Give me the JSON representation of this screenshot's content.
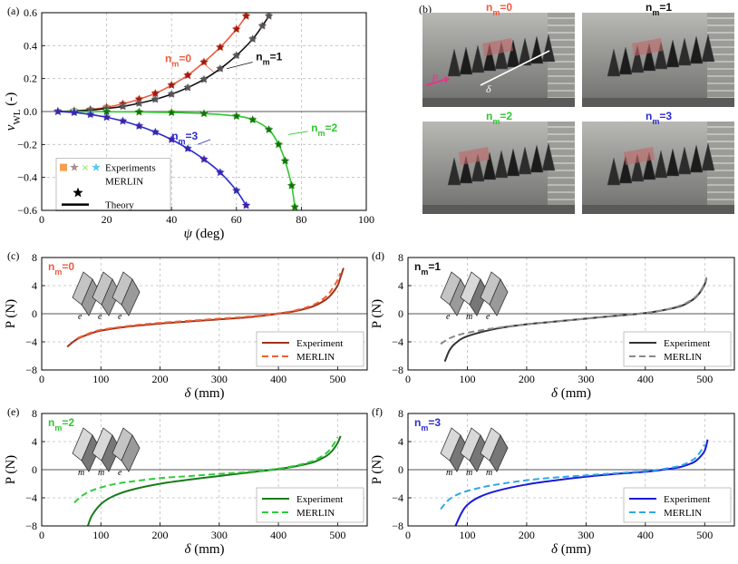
{
  "figure": {
    "panel_labels": [
      "(a)",
      "(b)",
      "(c)",
      "(d)",
      "(e)",
      "(f)"
    ],
    "photos": [
      {
        "title": "n_m=0",
        "color": "#ef5a40",
        "annotations": [
          "P",
          "δ"
        ]
      },
      {
        "title": "n_m=1",
        "color": "#111111",
        "annotations": []
      },
      {
        "title": "n_m=2",
        "color": "#2ec82e",
        "annotations": []
      },
      {
        "title": "n_m=3",
        "color": "#2a2ad0",
        "annotations": []
      }
    ],
    "schematics": [
      {
        "panel": "c",
        "letters": [
          "e",
          "e",
          "e"
        ]
      },
      {
        "panel": "d",
        "letters": [
          "e",
          "m",
          "e"
        ]
      },
      {
        "panel": "e",
        "letters": [
          "m",
          "m",
          "e"
        ]
      },
      {
        "panel": "f",
        "letters": [
          "m",
          "m",
          "m"
        ]
      }
    ]
  },
  "chart_data": [
    {
      "panel": "a",
      "type": "scatter",
      "xlabel": "ψ (deg)",
      "ylabel": "ν_WL (-)",
      "xlim": [
        0,
        100
      ],
      "ylim": [
        -0.6,
        0.6
      ],
      "xticks": [
        "0",
        "20",
        "40",
        "60",
        "80",
        "100"
      ],
      "yticks": [
        "−0.6",
        "−0.4",
        "−0.2",
        "0.0",
        "0.2",
        "0.4",
        "0.6"
      ],
      "grid": true,
      "legend": {
        "location": "bottom-left",
        "entries": [
          "Experiments",
          "MERLIN",
          "Theory"
        ]
      },
      "series": [
        {
          "name": "n_m=0",
          "color": "#ef5a40",
          "marker_color": "#f5a050",
          "star_color": "#a01818",
          "label_pos": [
            38,
            0.3
          ],
          "x": [
            5,
            10,
            15,
            20,
            25,
            30,
            35,
            40,
            45,
            50,
            55,
            60,
            63
          ],
          "y": [
            0.0,
            0.004,
            0.012,
            0.026,
            0.046,
            0.075,
            0.11,
            0.16,
            0.22,
            0.3,
            0.39,
            0.5,
            0.58
          ]
        },
        {
          "name": "n_m=1",
          "color": "#111111",
          "marker_color": "#aa8c96",
          "star_color": "#555555",
          "label_pos": [
            66,
            0.31
          ],
          "x": [
            5,
            10,
            15,
            20,
            25,
            30,
            35,
            40,
            45,
            50,
            55,
            60,
            65,
            68,
            70
          ],
          "y": [
            0.0,
            0.003,
            0.009,
            0.018,
            0.031,
            0.05,
            0.074,
            0.105,
            0.145,
            0.195,
            0.26,
            0.34,
            0.44,
            0.52,
            0.58
          ]
        },
        {
          "name": "n_m=2",
          "color": "#2ec82e",
          "marker_color": "#98e85a",
          "star_color": "#157015",
          "label_pos": [
            83,
            -0.12
          ],
          "x": [
            5,
            10,
            20,
            30,
            40,
            50,
            60,
            65,
            70,
            73,
            75,
            77,
            78
          ],
          "y": [
            0.0,
            0.0,
            -0.001,
            -0.003,
            -0.006,
            -0.012,
            -0.028,
            -0.05,
            -0.11,
            -0.2,
            -0.3,
            -0.45,
            -0.58
          ]
        },
        {
          "name": "n_m=3",
          "color": "#2a2ad0",
          "marker_color": "#5ac8f0",
          "star_color": "#4b1ca6",
          "label_pos": [
            40,
            -0.17
          ],
          "x": [
            5,
            10,
            15,
            20,
            25,
            30,
            35,
            40,
            45,
            50,
            55,
            60,
            63
          ],
          "y": [
            0.0,
            -0.006,
            -0.018,
            -0.035,
            -0.058,
            -0.088,
            -0.125,
            -0.17,
            -0.225,
            -0.29,
            -0.37,
            -0.48,
            -0.57
          ]
        }
      ]
    },
    {
      "panel": "c",
      "type": "line",
      "title": "n_m=0",
      "title_color": "#ef5a40",
      "xlabel": "δ (mm)",
      "ylabel": "P (N)",
      "xlim": [
        0,
        550
      ],
      "ylim": [
        -8,
        8
      ],
      "xticks": [
        "0",
        "100",
        "200",
        "300",
        "400",
        "500"
      ],
      "yticks": [
        "−8",
        "−4",
        "0",
        "4",
        "8"
      ],
      "grid": true,
      "legend": {
        "location": "bottom-right"
      },
      "series": [
        {
          "name": "Experiment",
          "color": "#a0321c",
          "dash": false,
          "x": [
            43,
            60,
            80,
            100,
            150,
            200,
            250,
            300,
            350,
            400,
            430,
            460,
            480,
            490,
            500,
            505,
            510
          ],
          "y": [
            -4.7,
            -3.6,
            -2.9,
            -2.4,
            -1.8,
            -1.4,
            -1.1,
            -0.8,
            -0.5,
            0.0,
            0.4,
            1.1,
            2.0,
            2.8,
            4.0,
            5.2,
            6.5
          ]
        },
        {
          "name": "MERLIN",
          "color": "#f06030",
          "dash": true,
          "x": [
            60,
            80,
            100,
            150,
            200,
            250,
            300,
            350,
            400,
            430,
            460,
            480,
            490,
            500,
            505
          ],
          "y": [
            -3.5,
            -2.8,
            -2.3,
            -1.7,
            -1.3,
            -1.0,
            -0.7,
            -0.4,
            0.05,
            0.5,
            1.3,
            2.4,
            3.4,
            4.8,
            5.8
          ]
        }
      ]
    },
    {
      "panel": "d",
      "type": "line",
      "title": "n_m=1",
      "title_color": "#111111",
      "xlabel": "δ (mm)",
      "ylabel": "P (N)",
      "xlim": [
        0,
        550
      ],
      "ylim": [
        -8,
        8
      ],
      "xticks": [
        "0",
        "100",
        "200",
        "300",
        "400",
        "500"
      ],
      "yticks": [
        "−8",
        "−4",
        "0",
        "4",
        "8"
      ],
      "grid": true,
      "legend": {
        "location": "bottom-right"
      },
      "series": [
        {
          "name": "Experiment",
          "color": "#333333",
          "dash": false,
          "x": [
            62,
            70,
            80,
            100,
            150,
            200,
            250,
            300,
            350,
            400,
            430,
            460,
            480,
            490,
            500,
            503
          ],
          "y": [
            -6.8,
            -5.2,
            -4.2,
            -3.2,
            -2.1,
            -1.5,
            -1.1,
            -0.7,
            -0.3,
            0.1,
            0.5,
            1.1,
            2.0,
            2.8,
            4.2,
            5.0
          ]
        },
        {
          "name": "MERLIN",
          "color": "#8a8a8a",
          "dash": true,
          "x": [
            55,
            70,
            90,
            120,
            150,
            200,
            250,
            300,
            350,
            400,
            430,
            460,
            480,
            490,
            500,
            503
          ],
          "y": [
            -4.3,
            -3.5,
            -2.9,
            -2.4,
            -2.0,
            -1.5,
            -1.1,
            -0.7,
            -0.3,
            0.1,
            0.5,
            1.2,
            2.1,
            2.9,
            4.3,
            5.2
          ]
        }
      ]
    },
    {
      "panel": "e",
      "type": "line",
      "title": "n_m=2",
      "title_color": "#2ec82e",
      "xlabel": "δ (mm)",
      "ylabel": "P (N)",
      "xlim": [
        0,
        550
      ],
      "ylim": [
        -8,
        8
      ],
      "xticks": [
        "0",
        "100",
        "200",
        "300",
        "400",
        "500"
      ],
      "yticks": [
        "−8",
        "−4",
        "0",
        "4",
        "8"
      ],
      "grid": true,
      "legend": {
        "location": "bottom-right"
      },
      "series": [
        {
          "name": "Experiment",
          "color": "#1a7a1a",
          "dash": false,
          "x": [
            78,
            85,
            100,
            120,
            150,
            200,
            250,
            300,
            350,
            400,
            430,
            460,
            480,
            490,
            500,
            505
          ],
          "y": [
            -8.0,
            -6.5,
            -4.9,
            -3.8,
            -2.9,
            -2.0,
            -1.4,
            -0.9,
            -0.4,
            0.1,
            0.5,
            1.1,
            1.9,
            2.6,
            3.8,
            4.8
          ]
        },
        {
          "name": "MERLIN",
          "color": "#2ecc3a",
          "dash": true,
          "x": [
            55,
            70,
            90,
            120,
            150,
            200,
            250,
            300,
            350,
            400,
            430,
            460,
            480,
            490,
            500
          ],
          "y": [
            -4.7,
            -3.6,
            -2.8,
            -2.1,
            -1.7,
            -1.2,
            -0.9,
            -0.6,
            -0.3,
            0.15,
            0.6,
            1.3,
            2.3,
            3.2,
            4.6
          ]
        }
      ]
    },
    {
      "panel": "f",
      "type": "line",
      "title": "n_m=3",
      "title_color": "#2a2ad0",
      "xlabel": "δ (mm)",
      "ylabel": "P (N)",
      "xlim": [
        0,
        550
      ],
      "ylim": [
        -8,
        8
      ],
      "xticks": [
        "0",
        "100",
        "200",
        "300",
        "400",
        "500"
      ],
      "yticks": [
        "−8",
        "−4",
        "0",
        "4",
        "8"
      ],
      "grid": true,
      "legend": {
        "location": "bottom-right"
      },
      "series": [
        {
          "name": "Experiment",
          "color": "#1a1adc",
          "dash": false,
          "x": [
            80,
            90,
            100,
            120,
            150,
            200,
            250,
            300,
            350,
            400,
            430,
            460,
            480,
            490,
            500,
            505
          ],
          "y": [
            -8.0,
            -6.2,
            -5.0,
            -3.9,
            -3.0,
            -2.1,
            -1.5,
            -1.0,
            -0.6,
            -0.3,
            0.0,
            0.4,
            1.0,
            1.6,
            2.7,
            4.3
          ]
        },
        {
          "name": "MERLIN",
          "color": "#2ea8e8",
          "dash": true,
          "x": [
            55,
            70,
            90,
            120,
            150,
            200,
            250,
            300,
            350,
            400,
            430,
            460,
            480,
            490,
            500
          ],
          "y": [
            -5.6,
            -4.2,
            -3.3,
            -2.6,
            -2.1,
            -1.5,
            -1.1,
            -0.8,
            -0.5,
            -0.2,
            0.1,
            0.6,
            1.4,
            2.2,
            3.6
          ]
        }
      ]
    }
  ]
}
